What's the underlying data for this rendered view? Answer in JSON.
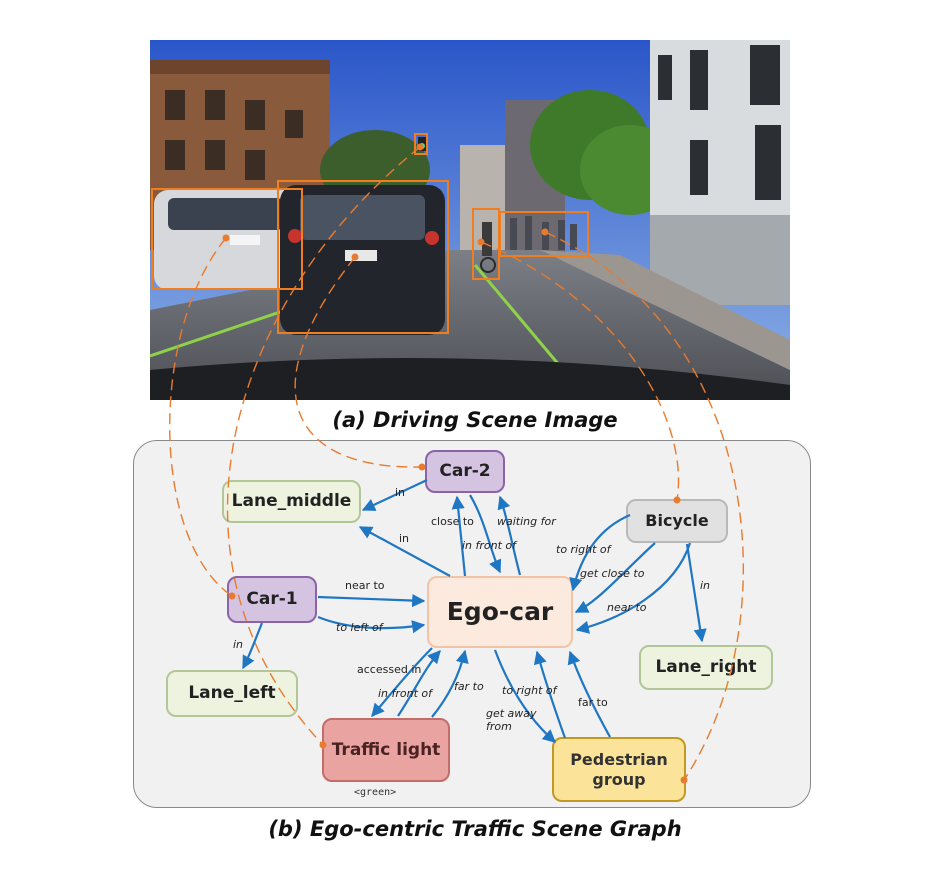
{
  "captions": {
    "image": "(a) Driving Scene Image",
    "graph": "(b) Ego-centric Traffic Scene Graph"
  },
  "nodes": {
    "car2": "Car-2",
    "lane_middle": "Lane_middle",
    "bicycle": "Bicycle",
    "car1": "Car-1",
    "ego": "Ego-car",
    "lane_left": "Lane_left",
    "lane_right": "Lane_right",
    "traffic_light": "Traffic light",
    "traffic_state": "<green>",
    "pedestrian": "Pedestrian group"
  },
  "edges": {
    "car2_lane_middle": "in",
    "ego_lane_middle": "in",
    "ego_car2_close": "close to",
    "car2_ego_waiting": "waiting for",
    "ego_car2_front": "in front of",
    "bicycle_ego_right": "to right of",
    "bicycle_ego_close": "get close to",
    "bicycle_ego_near": "near to",
    "bicycle_lane_right": "in",
    "car1_ego_near": "near to",
    "car1_ego_left": "to left of",
    "car1_lane_left": "in",
    "ego_traffic_accessed": "accessed in",
    "traffic_ego_front": "in front of",
    "traffic_ego_far": "far to",
    "ped_ego_right": "to right of",
    "ego_ped_away": "get away from",
    "ped_ego_far": "far to"
  },
  "colors": {
    "edge": "#1f77c4",
    "correspondence": "#e87b2e",
    "bbox": "#f07d20",
    "lane_line": "#8fd24a"
  }
}
